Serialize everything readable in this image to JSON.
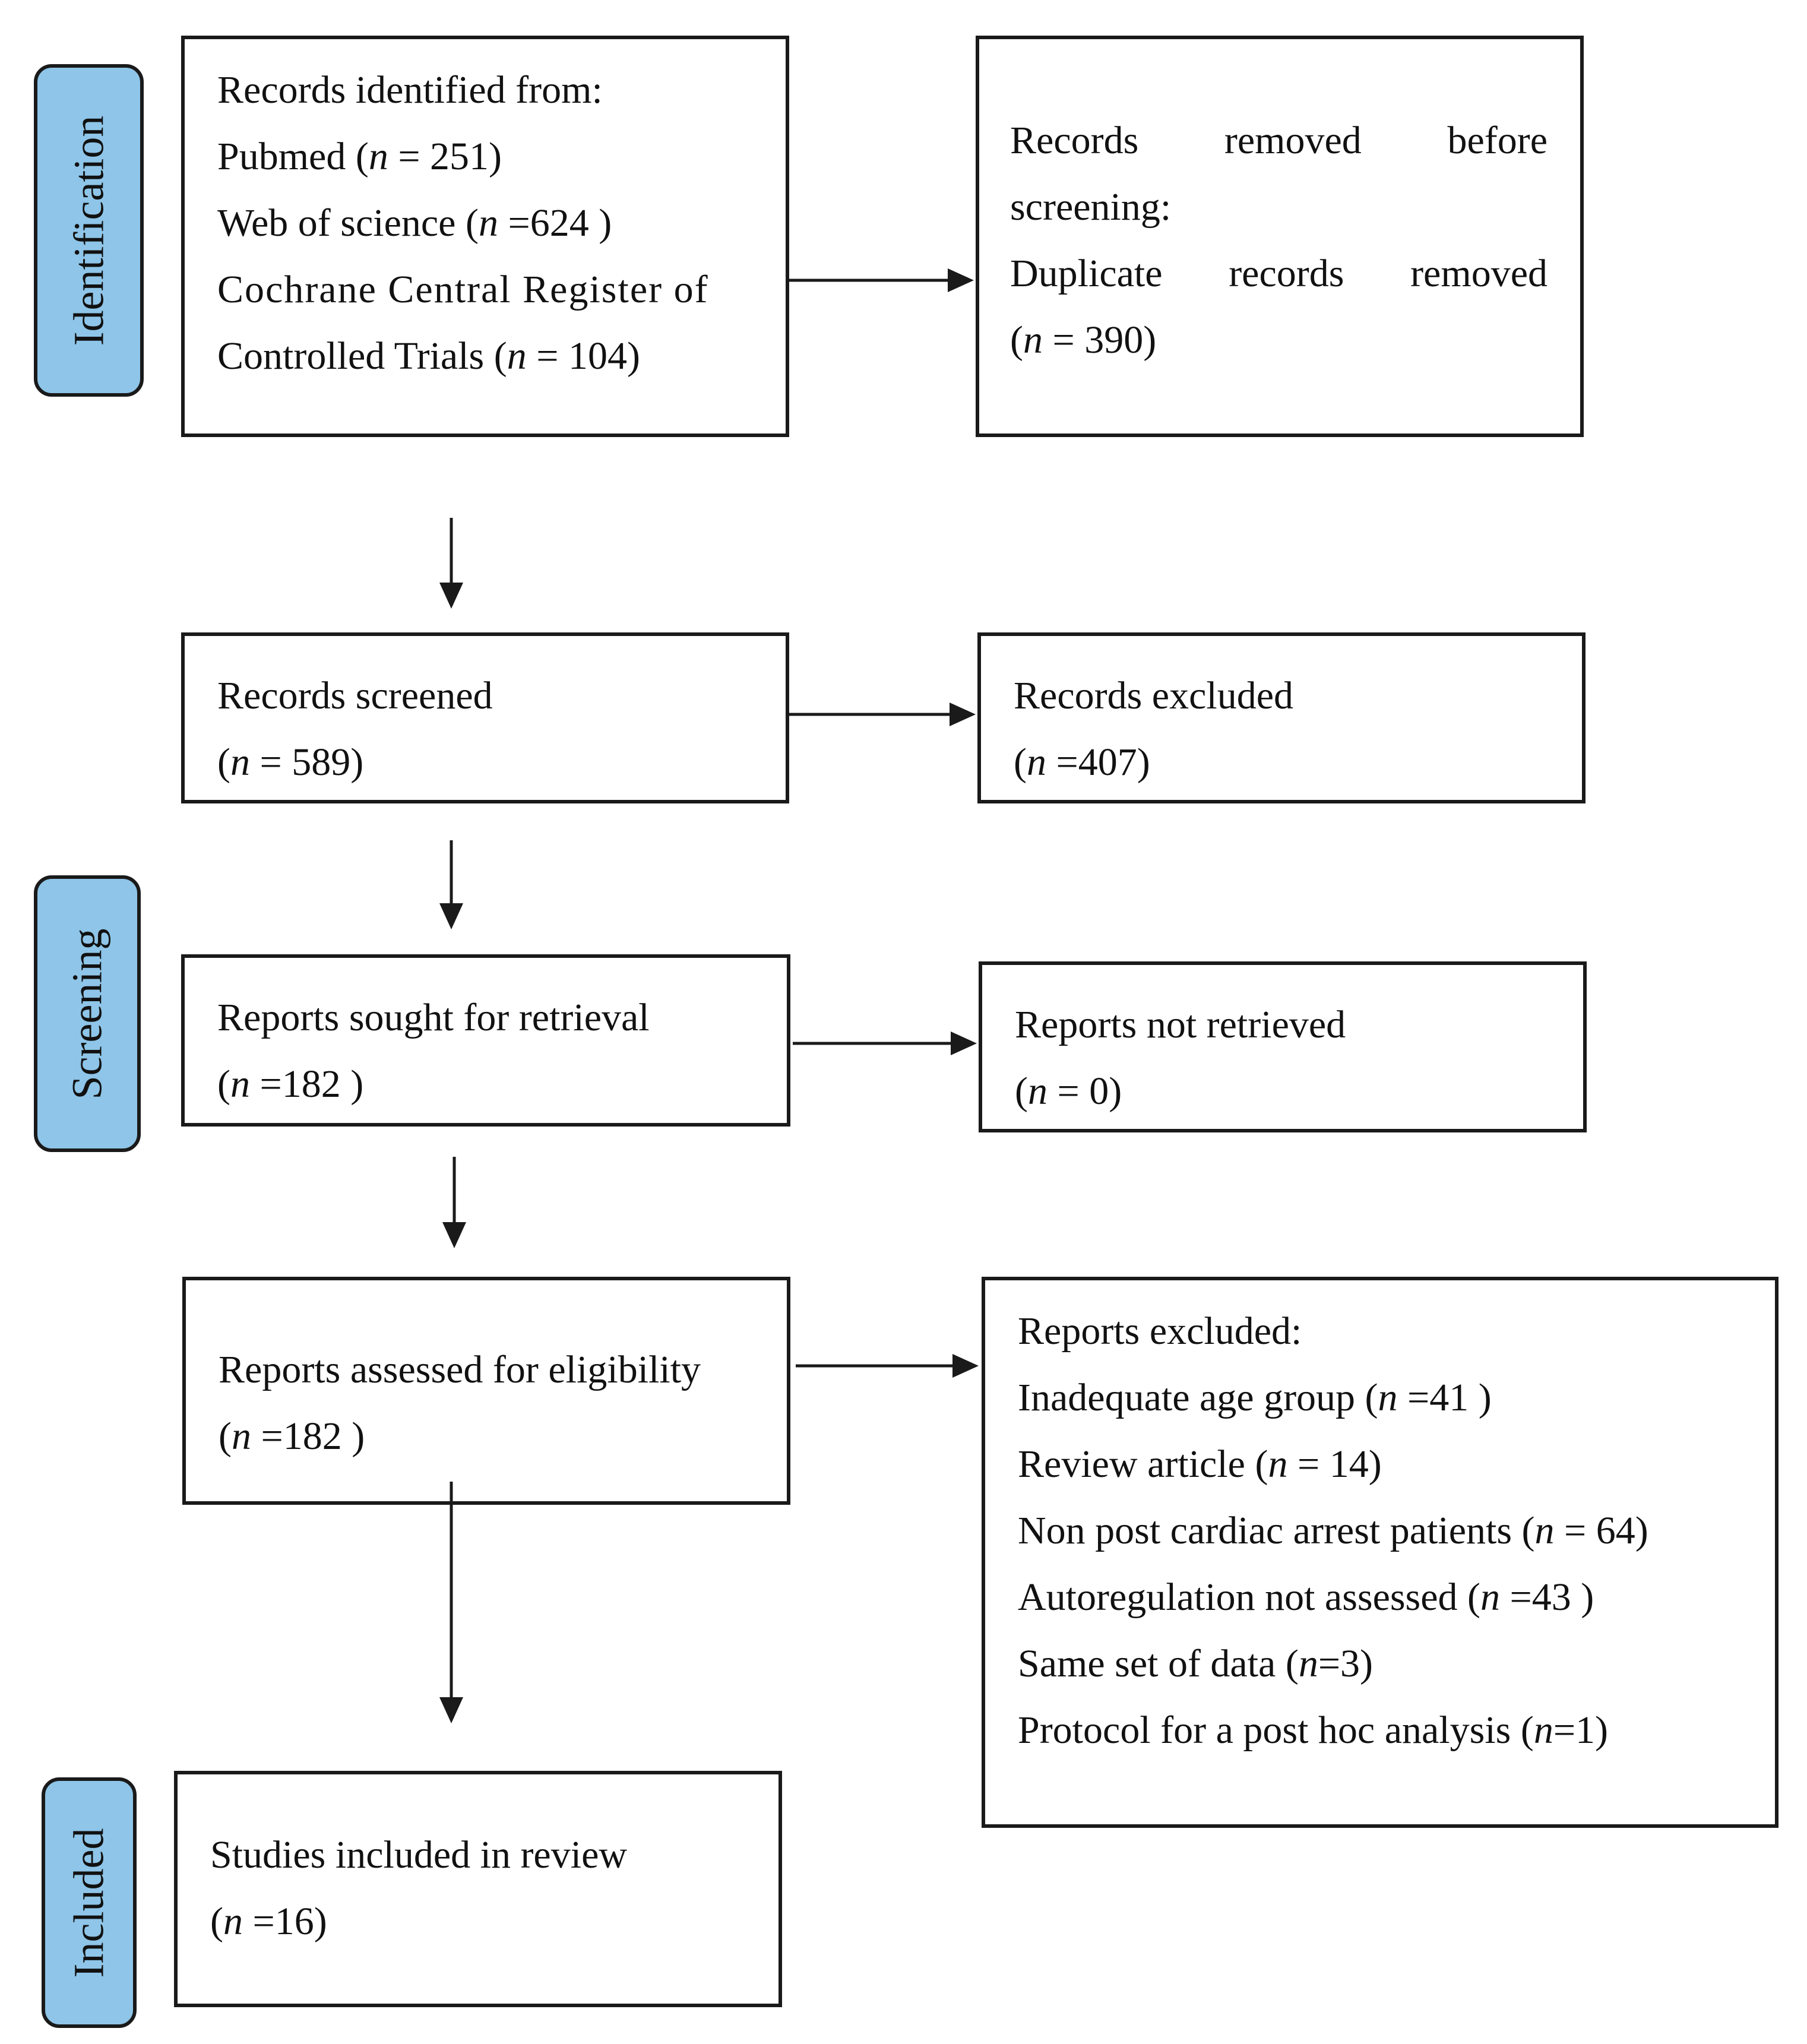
{
  "stages": {
    "identification": "Identification",
    "screening": "Screening",
    "included": "Included"
  },
  "identified": {
    "heading": "Records identified from:",
    "sources": [
      {
        "label": "Pubmed (",
        "n_label": "n",
        "rest": " = 251)"
      },
      {
        "label": "Web of science (",
        "n_label": "n",
        "rest": " =624 )"
      },
      {
        "label": "Cochrane Central Register of",
        "n_label": "",
        "rest": ""
      },
      {
        "label": "Controlled Trials (",
        "n_label": "n",
        "rest": " = 104)"
      }
    ]
  },
  "removed": {
    "line1": [
      "Records",
      "removed",
      "before"
    ],
    "line2": "screening:",
    "line3": [
      "Duplicate",
      "records",
      "removed"
    ],
    "line4_pre": "(",
    "n_label": "n",
    "line4_rest": " = 390)"
  },
  "screened": {
    "title": "Records screened",
    "pre": "(",
    "n_label": "n",
    "rest": " = 589)"
  },
  "excluded": {
    "title": "Records excluded",
    "pre": "(",
    "n_label": "n",
    "rest": " =407)"
  },
  "sought": {
    "title": "Reports sought for retrieval",
    "pre": "(",
    "n_label": "n",
    "rest": " =182 )"
  },
  "not_retrieved": {
    "title": "Reports not retrieved",
    "pre": "(",
    "n_label": "n",
    "rest": " = 0)"
  },
  "assessed": {
    "title": "Reports assessed for eligibility",
    "pre": "(",
    "n_label": "n",
    "rest": " =182 )"
  },
  "reports_excluded": {
    "heading": "Reports excluded:",
    "reasons": [
      {
        "label": "Inadequate age group (",
        "n_label": "n",
        "rest": " =41 )"
      },
      {
        "label": "Review article (",
        "n_label": "n",
        "rest": " = 14)"
      },
      {
        "label": "Non post cardiac arrest patients (",
        "n_label": "n",
        "rest": " = 64)"
      },
      {
        "label": "Autoregulation not assessed (",
        "n_label": "n",
        "rest": " =43 )"
      },
      {
        "label": "Same set of data (",
        "n_label": "n",
        "rest": "=3)"
      },
      {
        "label": "Protocol for a post hoc analysis (",
        "n_label": "n",
        "rest": "=1)"
      }
    ]
  },
  "included": {
    "title": "Studies included in review",
    "pre": "(",
    "n_label": "n",
    "rest": " =16)"
  }
}
